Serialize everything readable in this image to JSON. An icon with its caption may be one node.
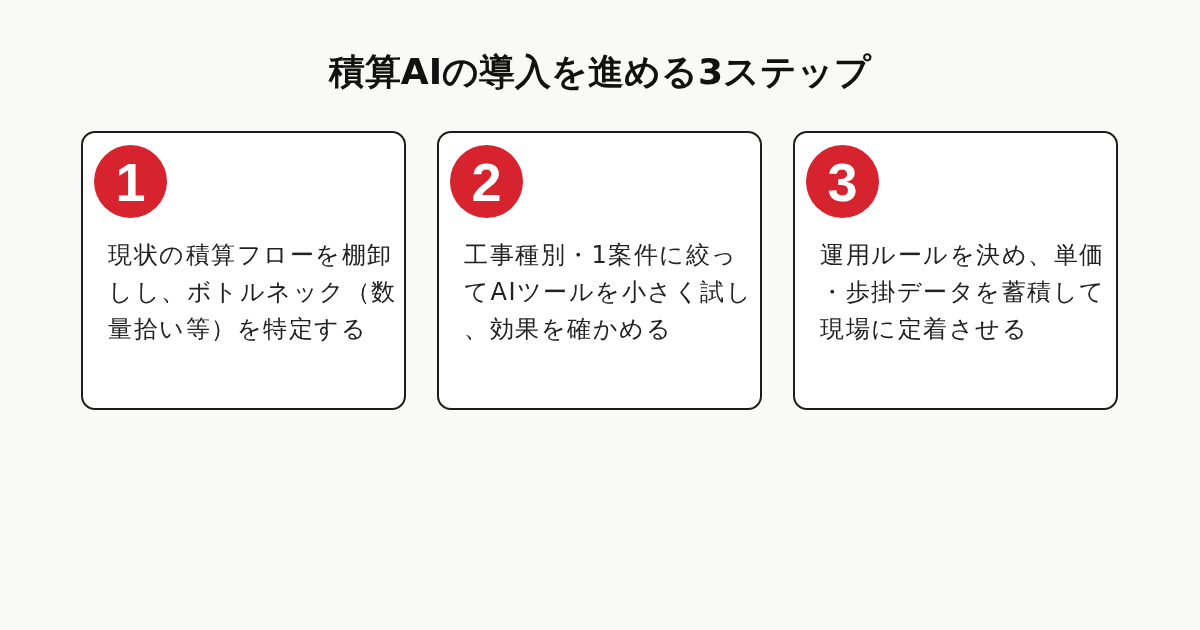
{
  "diagram": {
    "title": "積算AIの導入を進める3ステップ",
    "nodes": [
      {
        "text": [
          "現状の積算フローを棚卸しし、ボトルネック（数量拾い等）を特定する"
        ]
      },
      {
        "text": [
          "1"
        ],
        "in": 0
      },
      {
        "text": [
          "工事種別・1案件に絞ってAIツールを小さく試し、効果を確かめる"
        ]
      },
      {
        "text": [
          "2"
        ],
        "in": 2
      },
      {
        "text": [
          "運用ルールを決め、単価・歩掛データを蓄積して現場に定着させる"
        ]
      },
      {
        "text": [
          "3"
        ],
        "in": 4
      }
    ]
  }
}
